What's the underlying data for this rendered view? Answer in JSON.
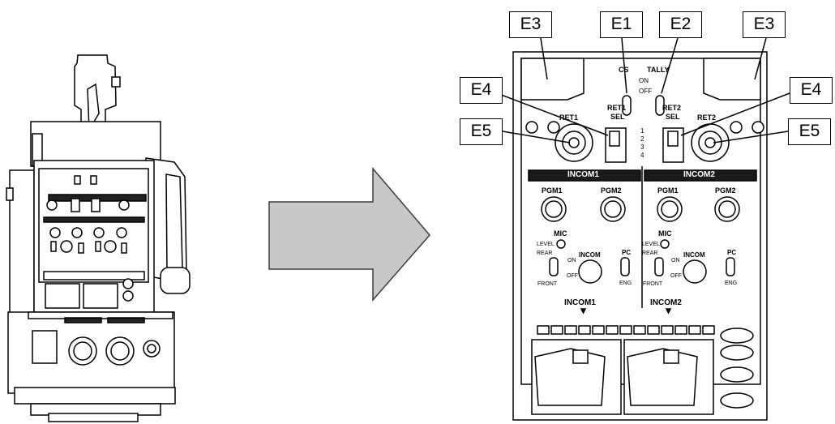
{
  "callouts": {
    "e1": "E1",
    "e2": "E2",
    "e3_left": "E3",
    "e3_right": "E3",
    "e4_left": "E4",
    "e4_right": "E4",
    "e5_left": "E5",
    "e5_right": "E5"
  },
  "panel": {
    "cs_label": "CS",
    "tally_label": "TALLY",
    "on_label": "ON",
    "off_label": "OFF",
    "ret1_label": "RET1",
    "ret2_label": "RET2",
    "ret1_sel_label": "RET1",
    "ret2_sel_label": "RET2",
    "sel_label": "SEL",
    "sel_positions": [
      "1",
      "2",
      "3",
      "4"
    ],
    "incom1_header": "INCOM1",
    "incom2_header": "INCOM2",
    "pgm1_label": "PGM1",
    "pgm2_label": "PGM2",
    "mic_label": "MIC",
    "level_label": "LEVEL",
    "rear_label": "REAR",
    "front_label": "FRONT",
    "incom_label": "INCOM",
    "pc_label": "PC",
    "eng_label": "ENG",
    "on_small": "ON",
    "off_small": "OFF",
    "incom1_bottom": "INCOM1",
    "incom2_bottom": "INCOM2"
  },
  "colors": {
    "line": "#000000",
    "arrow_fill": "#c8c8c8",
    "arrow_stroke": "#3c3c3c",
    "header_band": "#1a1a1a"
  }
}
